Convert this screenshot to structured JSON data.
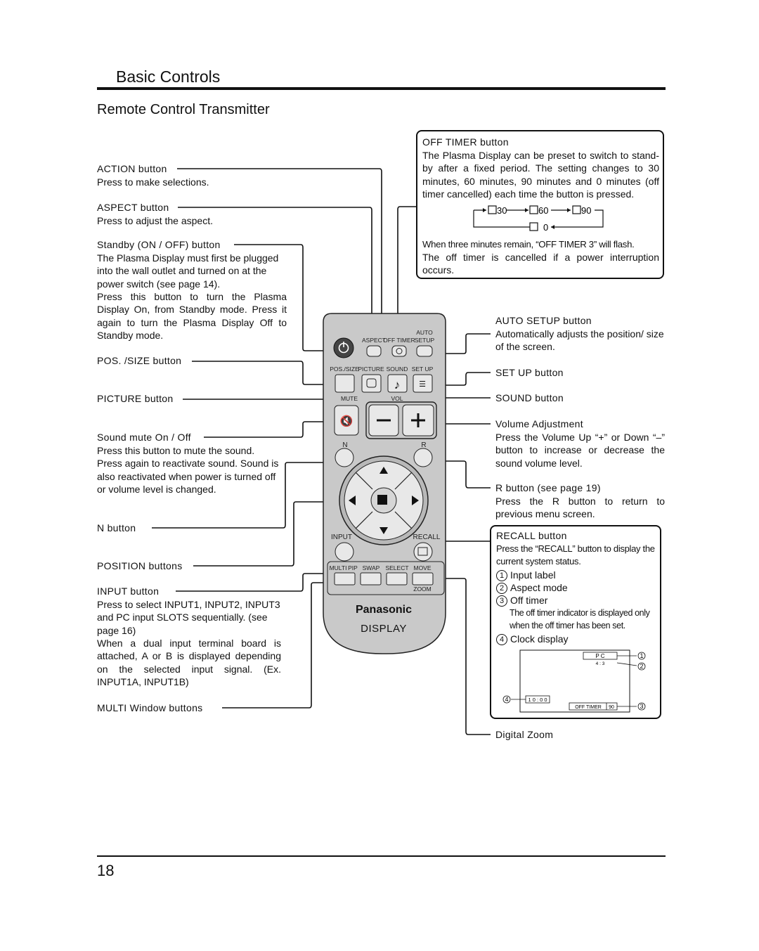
{
  "header": {
    "title": "Basic Controls",
    "subtitle": "Remote Control Transmitter"
  },
  "left": {
    "action": {
      "label": "ACTION button",
      "desc": "Press to make selections."
    },
    "aspect": {
      "label": "ASPECT button",
      "desc": "Press to adjust the aspect."
    },
    "standby": {
      "label": "Standby (ON / OFF) button",
      "desc1": "The Plasma Display must first be plugged into the wall outlet and turned on at the power switch (see page 14).",
      "desc2": "Press this button to turn the Plasma Display On, from Standby mode. Press it again to turn the Plasma Display Off to Standby mode."
    },
    "possize": {
      "label": "POS. /SIZE button"
    },
    "picture": {
      "label": "PICTURE button"
    },
    "mute": {
      "label": "Sound mute On / Off",
      "desc": "Press this button to mute the sound. Press again to reactivate sound. Sound is also reactivated when power is turned off or volume level is changed."
    },
    "n": {
      "label": "N button"
    },
    "position": {
      "label": "POSITION buttons"
    },
    "input": {
      "label": "INPUT button",
      "desc1": "Press to select INPUT1, INPUT2, INPUT3 and PC input SLOTS sequentially. (see page 16)",
      "desc2": "When a dual input terminal board is attached, A or B is displayed depending on the selected input signal. (Ex. INPUT1A, INPUT1B)"
    },
    "multi": {
      "label": "MULTI Window buttons"
    }
  },
  "right": {
    "offtimer": {
      "label": "OFF TIMER button",
      "desc1": "The Plasma Display can be preset to switch to stand-by after a fixed period. The setting changes to 30 minutes, 60 minutes, 90 minutes and 0 minutes (off timer cancelled) each time the button is pressed.",
      "cycle": [
        "30",
        "60",
        "90",
        "0"
      ],
      "desc2": "When three minutes remain, “OFF TIMER 3” will flash.",
      "desc3": "The off timer is cancelled if a power interruption occurs."
    },
    "autosetup": {
      "label": "AUTO SETUP button",
      "desc": "Automatically adjusts the position/ size of the screen."
    },
    "setup": {
      "label": "SET UP button"
    },
    "sound": {
      "label": "SOUND button"
    },
    "volume": {
      "label": "Volume Adjustment",
      "desc": "Press the Volume Up “+” or Down “–” button to increase or decrease the sound volume level."
    },
    "r": {
      "label": "R button (see page 19)",
      "desc": "Press the R button to return to previous menu screen."
    },
    "recall": {
      "label": "RECALL button",
      "desc": "Press the “RECALL” button to display the current system status.",
      "items": [
        {
          "n": "1",
          "text": "Input label"
        },
        {
          "n": "2",
          "text": "Aspect mode"
        },
        {
          "n": "3",
          "text": "Off timer"
        }
      ],
      "note": "The off timer indicator is displayed only when the off timer has been set.",
      "item4": {
        "n": "4",
        "text": "Clock display"
      },
      "screen": {
        "input": "P C",
        "aspect": "4 : 3",
        "clock": "1 0 : 0 0",
        "timer": "OFF  TIMER",
        "timer_val": "90"
      }
    },
    "zoom": {
      "label": "Digital Zoom"
    }
  },
  "remote": {
    "auto": "AUTO",
    "aspect": "ASPECT",
    "offtimer": "OFF TIMER",
    "setup_top": "SETUP",
    "possize": "POS./SIZE",
    "picture": "PICTURE",
    "sound": "SOUND",
    "setup": "SET UP",
    "mute": "MUTE",
    "vol": "VOL",
    "n": "N",
    "r": "R",
    "input": "INPUT",
    "recall": "RECALL",
    "multi": "MULTI",
    "pip": "PIP",
    "swap": "SWAP",
    "select": "SELECT",
    "move": "MOVE",
    "zoom": "ZOOM",
    "brand": "Panasonic",
    "display": "DISPLAY",
    "body_color": "#c9c9c9",
    "button_color": "#e8e8e8",
    "power_color": "#444444"
  },
  "footer": {
    "page": "18"
  }
}
